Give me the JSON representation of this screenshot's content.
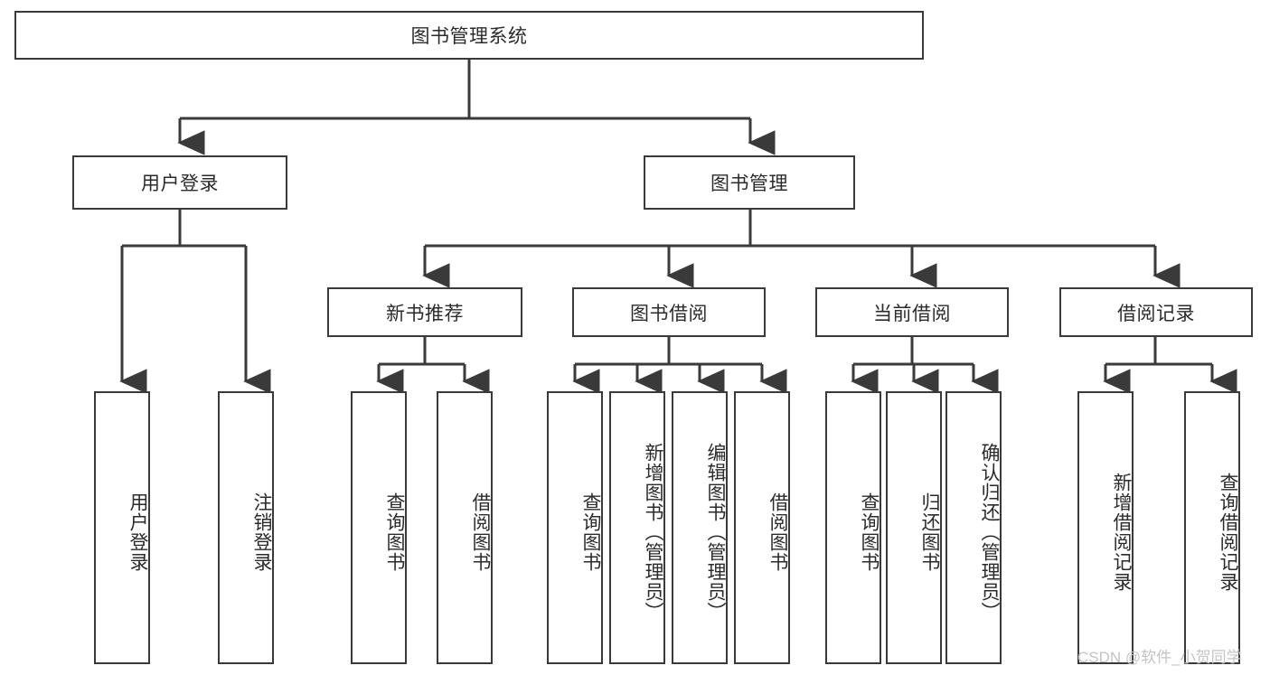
{
  "diagram": {
    "title": "图书管理系统",
    "type": "hierarchy-tree",
    "root": {
      "label": "图书管理系统"
    },
    "level1": [
      {
        "label": "用户登录"
      },
      {
        "label": "图书管理"
      }
    ],
    "level2": [
      {
        "label": "新书推荐"
      },
      {
        "label": "图书借阅"
      },
      {
        "label": "当前借阅"
      },
      {
        "label": "借阅记录"
      }
    ],
    "leaves": {
      "user_login": [
        {
          "label": "用户登录"
        },
        {
          "label": "注销登录"
        }
      ],
      "new_book_recommend": [
        {
          "label": "查询图书"
        },
        {
          "label": "借阅图书"
        }
      ],
      "book_borrow": [
        {
          "label": "查询图书"
        },
        {
          "label": "新增图书（管理员）"
        },
        {
          "label": "编辑图书（管理员）"
        },
        {
          "label": "借阅图书"
        }
      ],
      "current_borrow": [
        {
          "label": "查询图书"
        },
        {
          "label": "归还图书"
        },
        {
          "label": "确认归还（管理员）"
        }
      ],
      "borrow_record": [
        {
          "label": "新增借阅记录"
        },
        {
          "label": "查询借阅记录"
        }
      ]
    }
  },
  "watermark": {
    "text": "CSDN @软件_小贺同学"
  },
  "colors": {
    "line": "#3a3a3a",
    "box_border": "#3a3a3a",
    "box_fill": "#ffffff",
    "text": "#2b2b2b",
    "watermark": "#c4c4c4",
    "background": "#ffffff"
  }
}
